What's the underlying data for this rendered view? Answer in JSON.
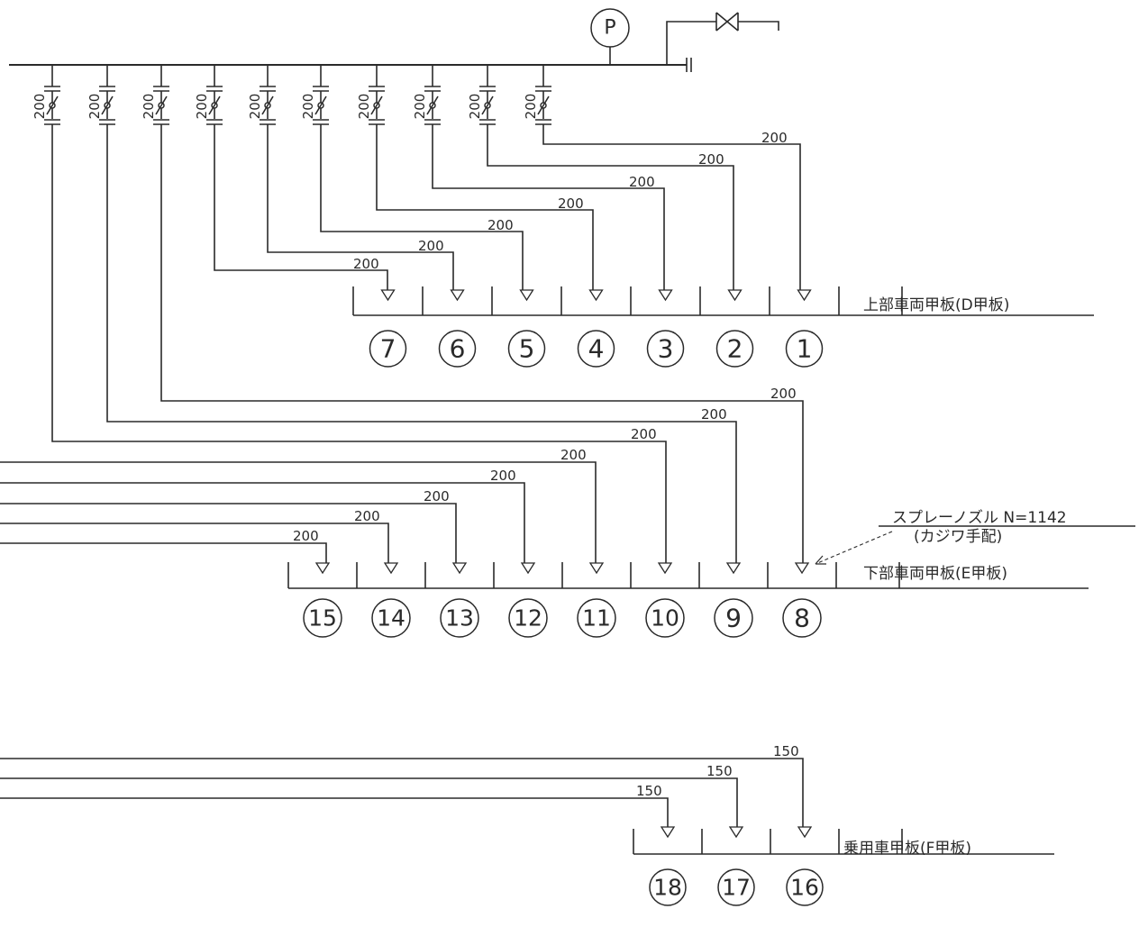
{
  "pump_label": "P",
  "valve_size": "200",
  "tiers": [
    {
      "id": "upper",
      "label": "上部車両甲板(D甲板)",
      "nozzles": [
        "7",
        "6",
        "5",
        "4",
        "3",
        "2",
        "1"
      ],
      "pipe_labels": [
        "200",
        "200",
        "200",
        "200",
        "200",
        "200",
        "200"
      ]
    },
    {
      "id": "lower",
      "label": "下部車両甲板(E甲板)",
      "nozzles": [
        "15",
        "14",
        "13",
        "12",
        "11",
        "10",
        "9",
        "8"
      ],
      "pipe_labels": [
        "200",
        "200",
        "200",
        "200",
        "200",
        "200",
        "200",
        "200"
      ]
    },
    {
      "id": "passenger",
      "label": "乗用車甲板(F甲板)",
      "nozzles": [
        "18",
        "17",
        "16"
      ],
      "pipe_labels": [
        "150",
        "150",
        "150"
      ]
    }
  ],
  "nozzle_note": {
    "line1": "スプレーノズル N=1142",
    "line2": "(カジワ手配)"
  }
}
